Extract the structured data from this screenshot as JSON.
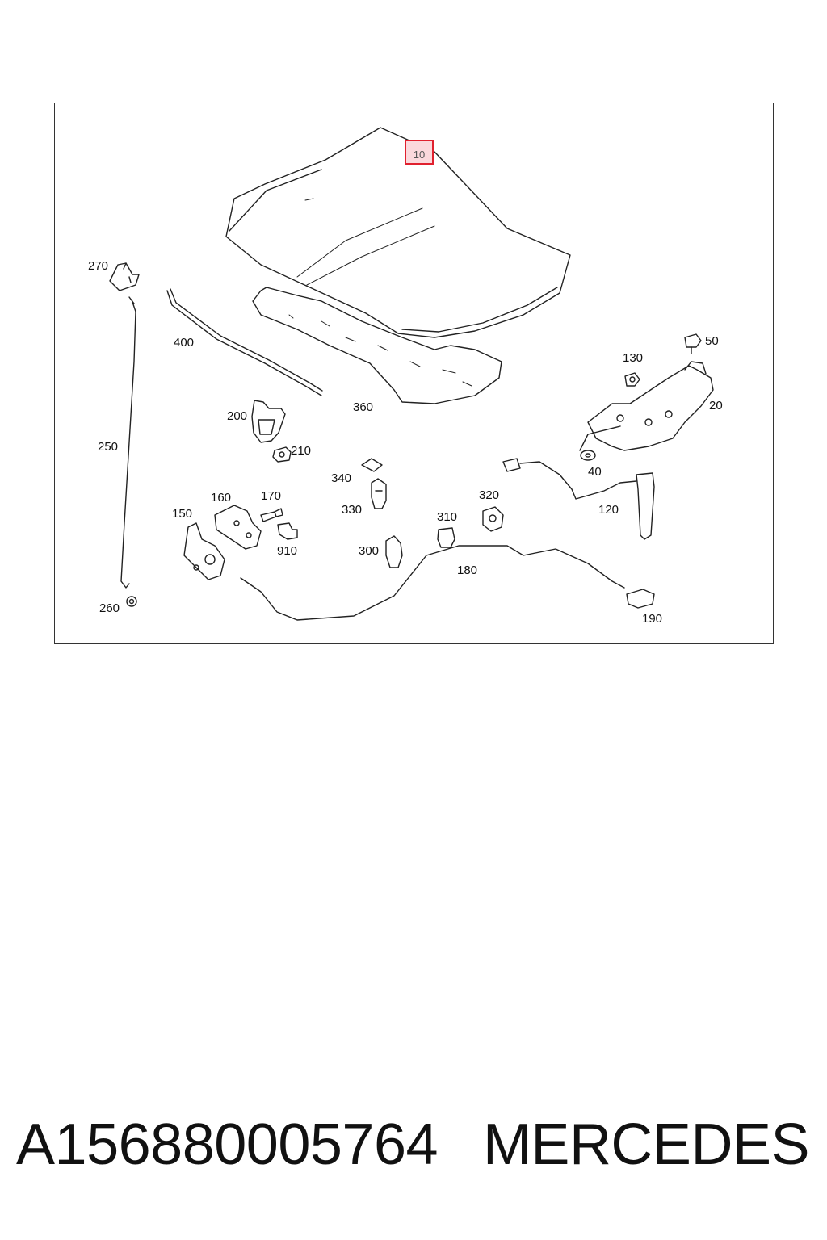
{
  "diagram": {
    "highlighted_callout": "10",
    "callouts": [
      {
        "id": "c10",
        "label": "10"
      },
      {
        "id": "c20",
        "label": "20"
      },
      {
        "id": "c40",
        "label": "40"
      },
      {
        "id": "c50",
        "label": "50"
      },
      {
        "id": "c120",
        "label": "120"
      },
      {
        "id": "c130",
        "label": "130"
      },
      {
        "id": "c150",
        "label": "150"
      },
      {
        "id": "c160",
        "label": "160"
      },
      {
        "id": "c170",
        "label": "170"
      },
      {
        "id": "c180",
        "label": "180"
      },
      {
        "id": "c190",
        "label": "190"
      },
      {
        "id": "c200",
        "label": "200"
      },
      {
        "id": "c210",
        "label": "210"
      },
      {
        "id": "c250",
        "label": "250"
      },
      {
        "id": "c260",
        "label": "260"
      },
      {
        "id": "c270",
        "label": "270"
      },
      {
        "id": "c300",
        "label": "300"
      },
      {
        "id": "c310",
        "label": "310"
      },
      {
        "id": "c320",
        "label": "320"
      },
      {
        "id": "c330",
        "label": "330"
      },
      {
        "id": "c340",
        "label": "340"
      },
      {
        "id": "c360",
        "label": "360"
      },
      {
        "id": "c400",
        "label": "400"
      },
      {
        "id": "c910",
        "label": "910"
      }
    ]
  },
  "footer": {
    "part_number": "A156880005764",
    "brand": "MERCEDES"
  },
  "colors": {
    "highlight_fill": "#fbd8dc",
    "highlight_border": "#e0202e",
    "line": "#222222"
  }
}
